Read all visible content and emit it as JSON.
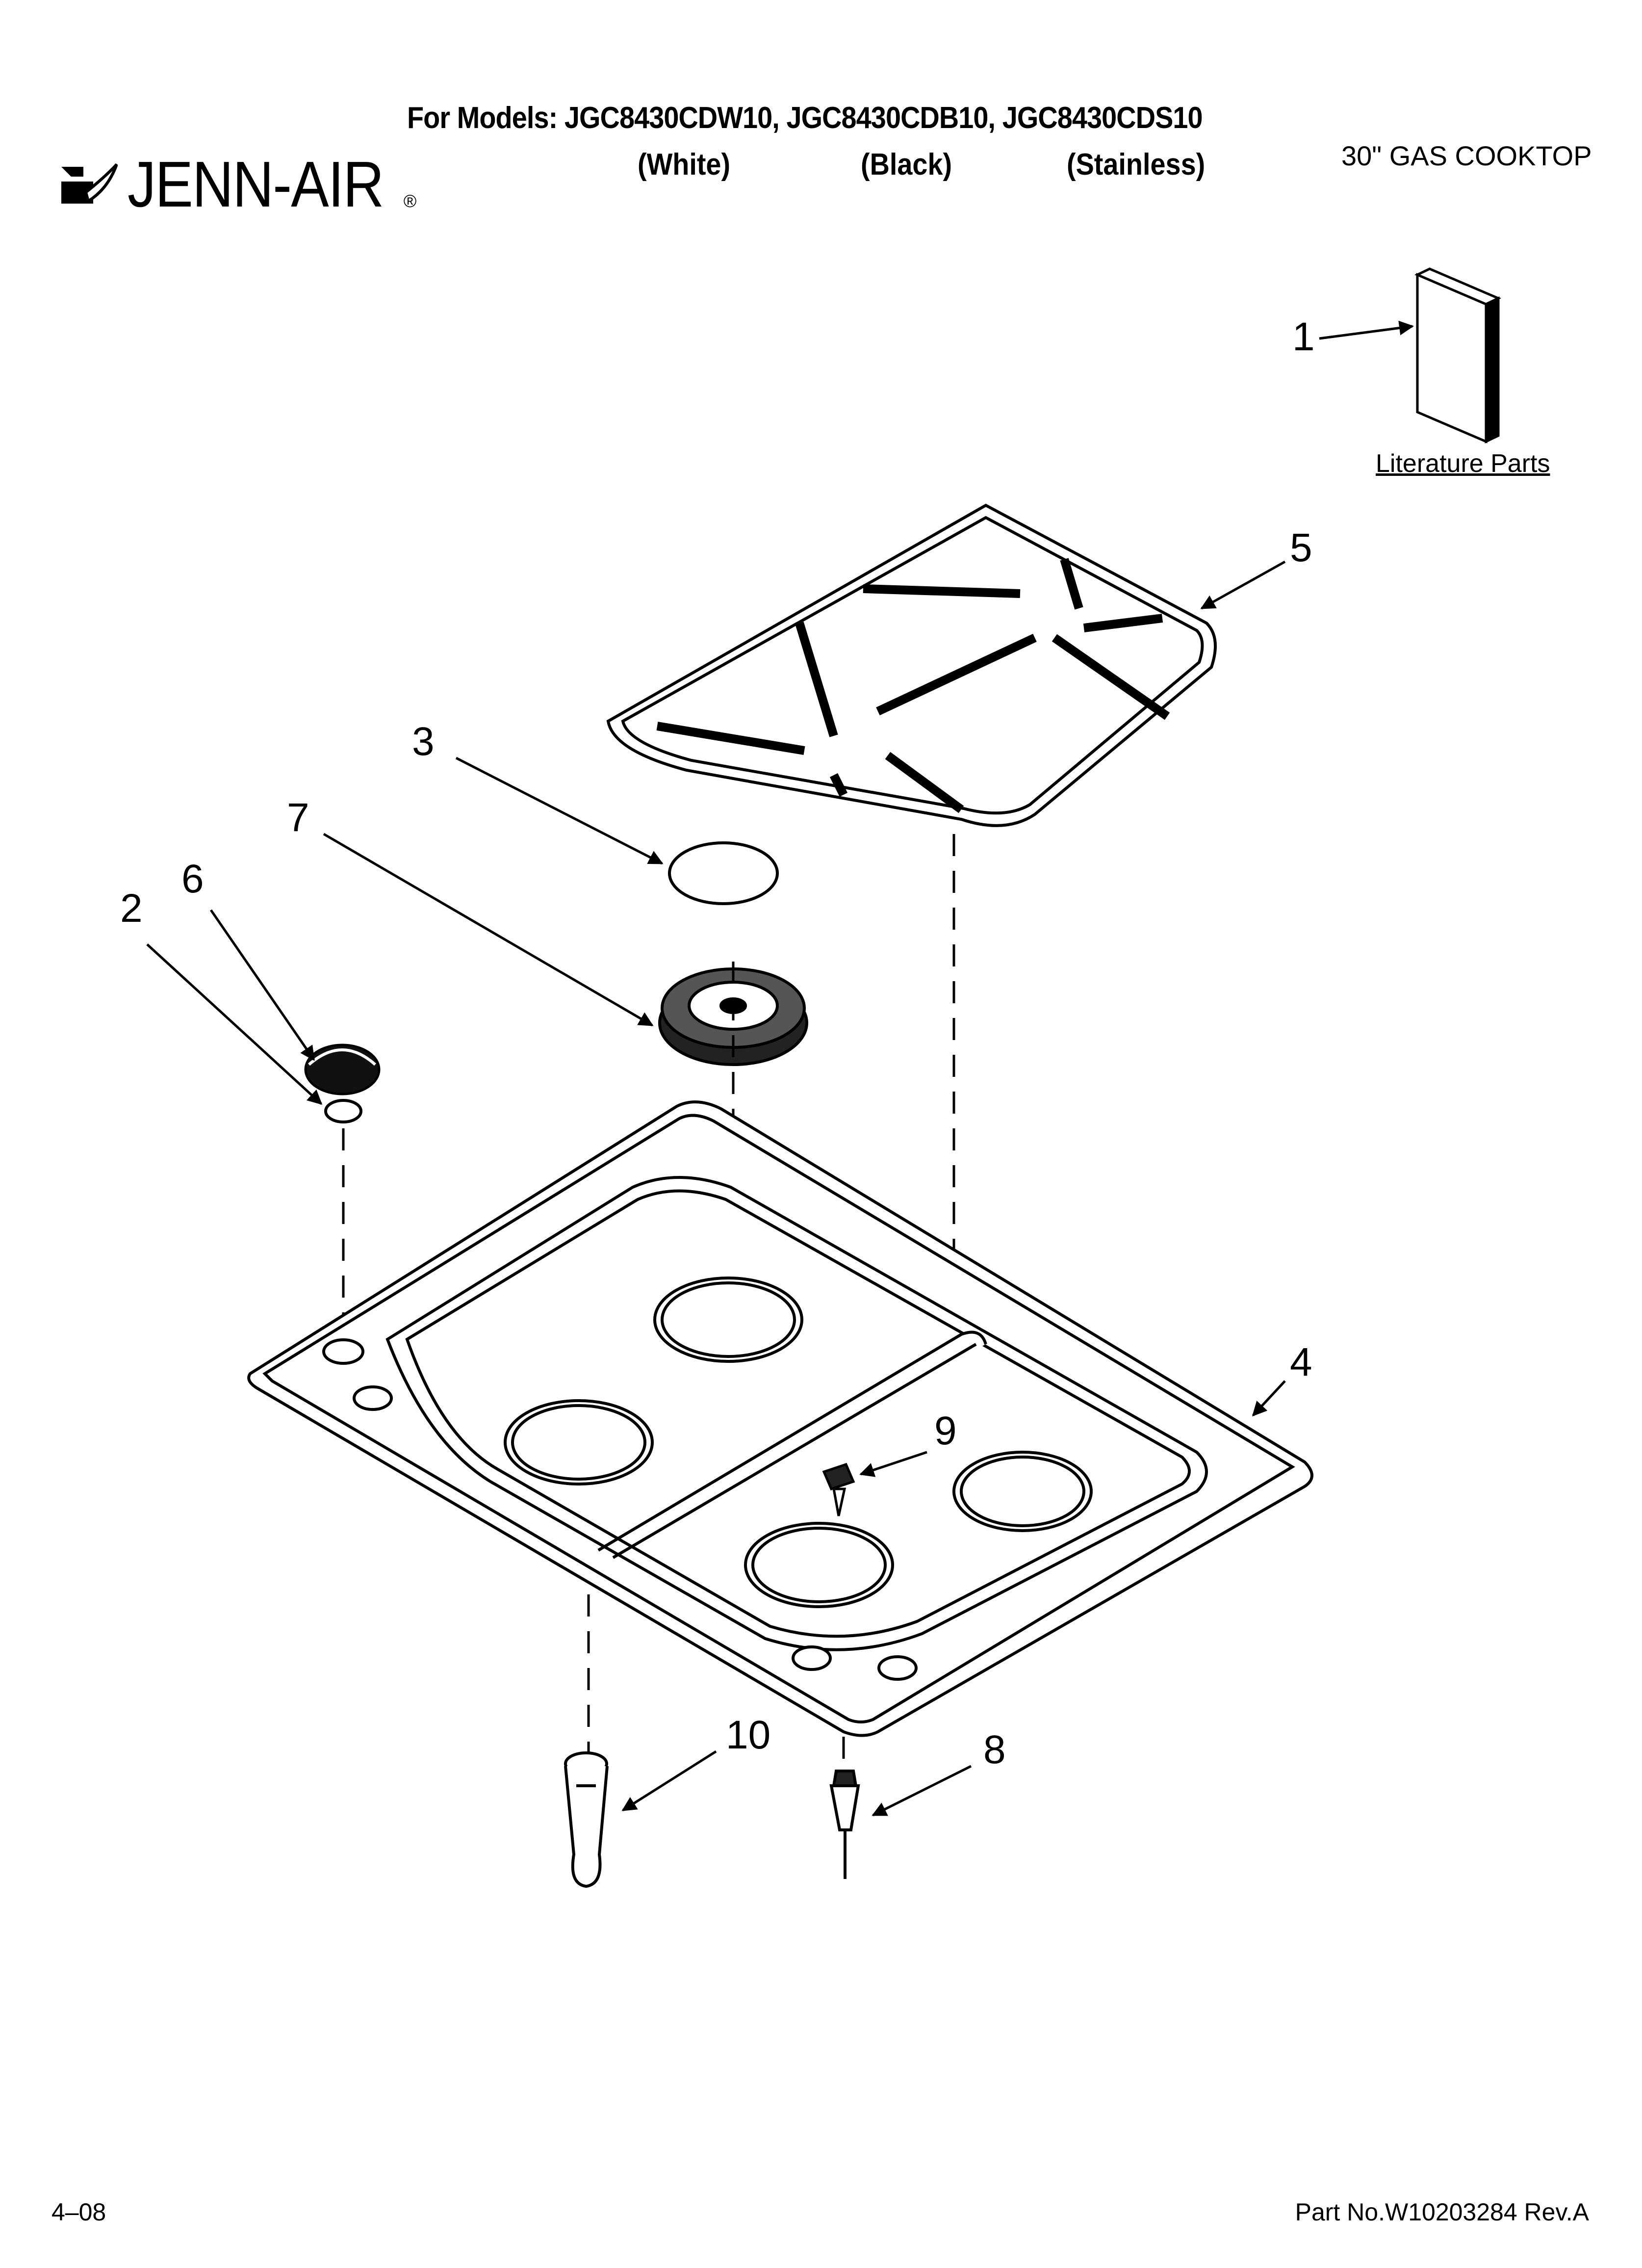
{
  "header": {
    "models_prefix": "For Models:",
    "models": "JGC8430CDW10, JGC8430CDB10, JGC8430CDS10",
    "variants": [
      "(White)",
      "(Black)",
      "(Stainless)"
    ],
    "brand": "JENN-AIR",
    "brand_mark": "®",
    "appliance_type": "30\" GAS COOKTOP"
  },
  "callouts": {
    "c1": "1",
    "c2": "2",
    "c3": "3",
    "c4": "4",
    "c5": "5",
    "c6": "6",
    "c7": "7",
    "c8": "8",
    "c9": "9",
    "c10": "10"
  },
  "literature_label": "Literature Parts",
  "footer": {
    "date_code": "4–08",
    "part_number": "Part No.W10203284 Rev.A"
  }
}
